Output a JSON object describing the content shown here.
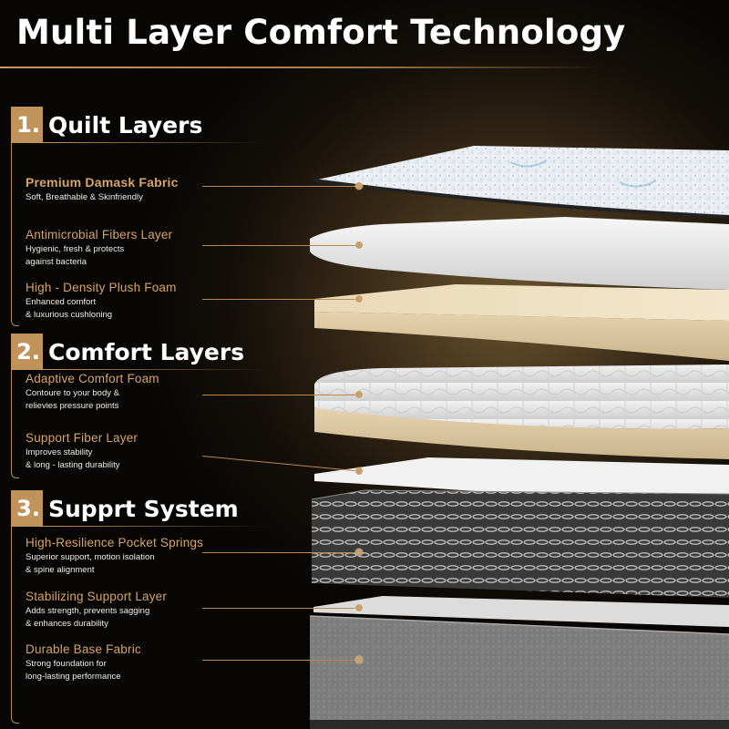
{
  "title": "Multi Layer Comfort Technology",
  "sections": [
    {
      "number": "1.",
      "title": "Quilt Layers",
      "items": [
        {
          "title": "Premium Damask Fabric",
          "description": [
            "Soft, Breathable & Skinfriendly"
          ]
        },
        {
          "title": "Antimicrobial Fibers Layer",
          "description": [
            "Hygienic, fresh & protects",
            "against bacteria"
          ]
        },
        {
          "title": "High - Density Plush Foam",
          "description": [
            "Enhanced comfort",
            "& luxurious cushloning"
          ]
        }
      ]
    },
    {
      "number": "2.",
      "title": "Comfort Layers",
      "items": [
        {
          "title": "Adaptive Comfort Foam",
          "description": [
            "Contoure to your body &",
            "relievies pressure points"
          ]
        },
        {
          "title": "Support Fiber Layer",
          "description": [
            "Improves stability",
            "& long - lasting durability"
          ]
        }
      ]
    },
    {
      "number": "3.",
      "title": "Supprt System",
      "items": [
        {
          "title": "High-Resilience Pocket Springs",
          "description": [
            "Superior support, motion isolation",
            "& spine alignment"
          ]
        },
        {
          "title": "Stabilizing Support Layer",
          "description": [
            "Adds strength, prevents sagging",
            "& enhances durability"
          ]
        },
        {
          "title": "Durable Base Fabric",
          "description": [
            "Strong foundation for",
            "long-lasting performance"
          ]
        }
      ]
    }
  ],
  "colors": {
    "accent": "#c0935a",
    "item_title": "#d7a468",
    "background": "#0a0806",
    "text": "#ffffff"
  }
}
